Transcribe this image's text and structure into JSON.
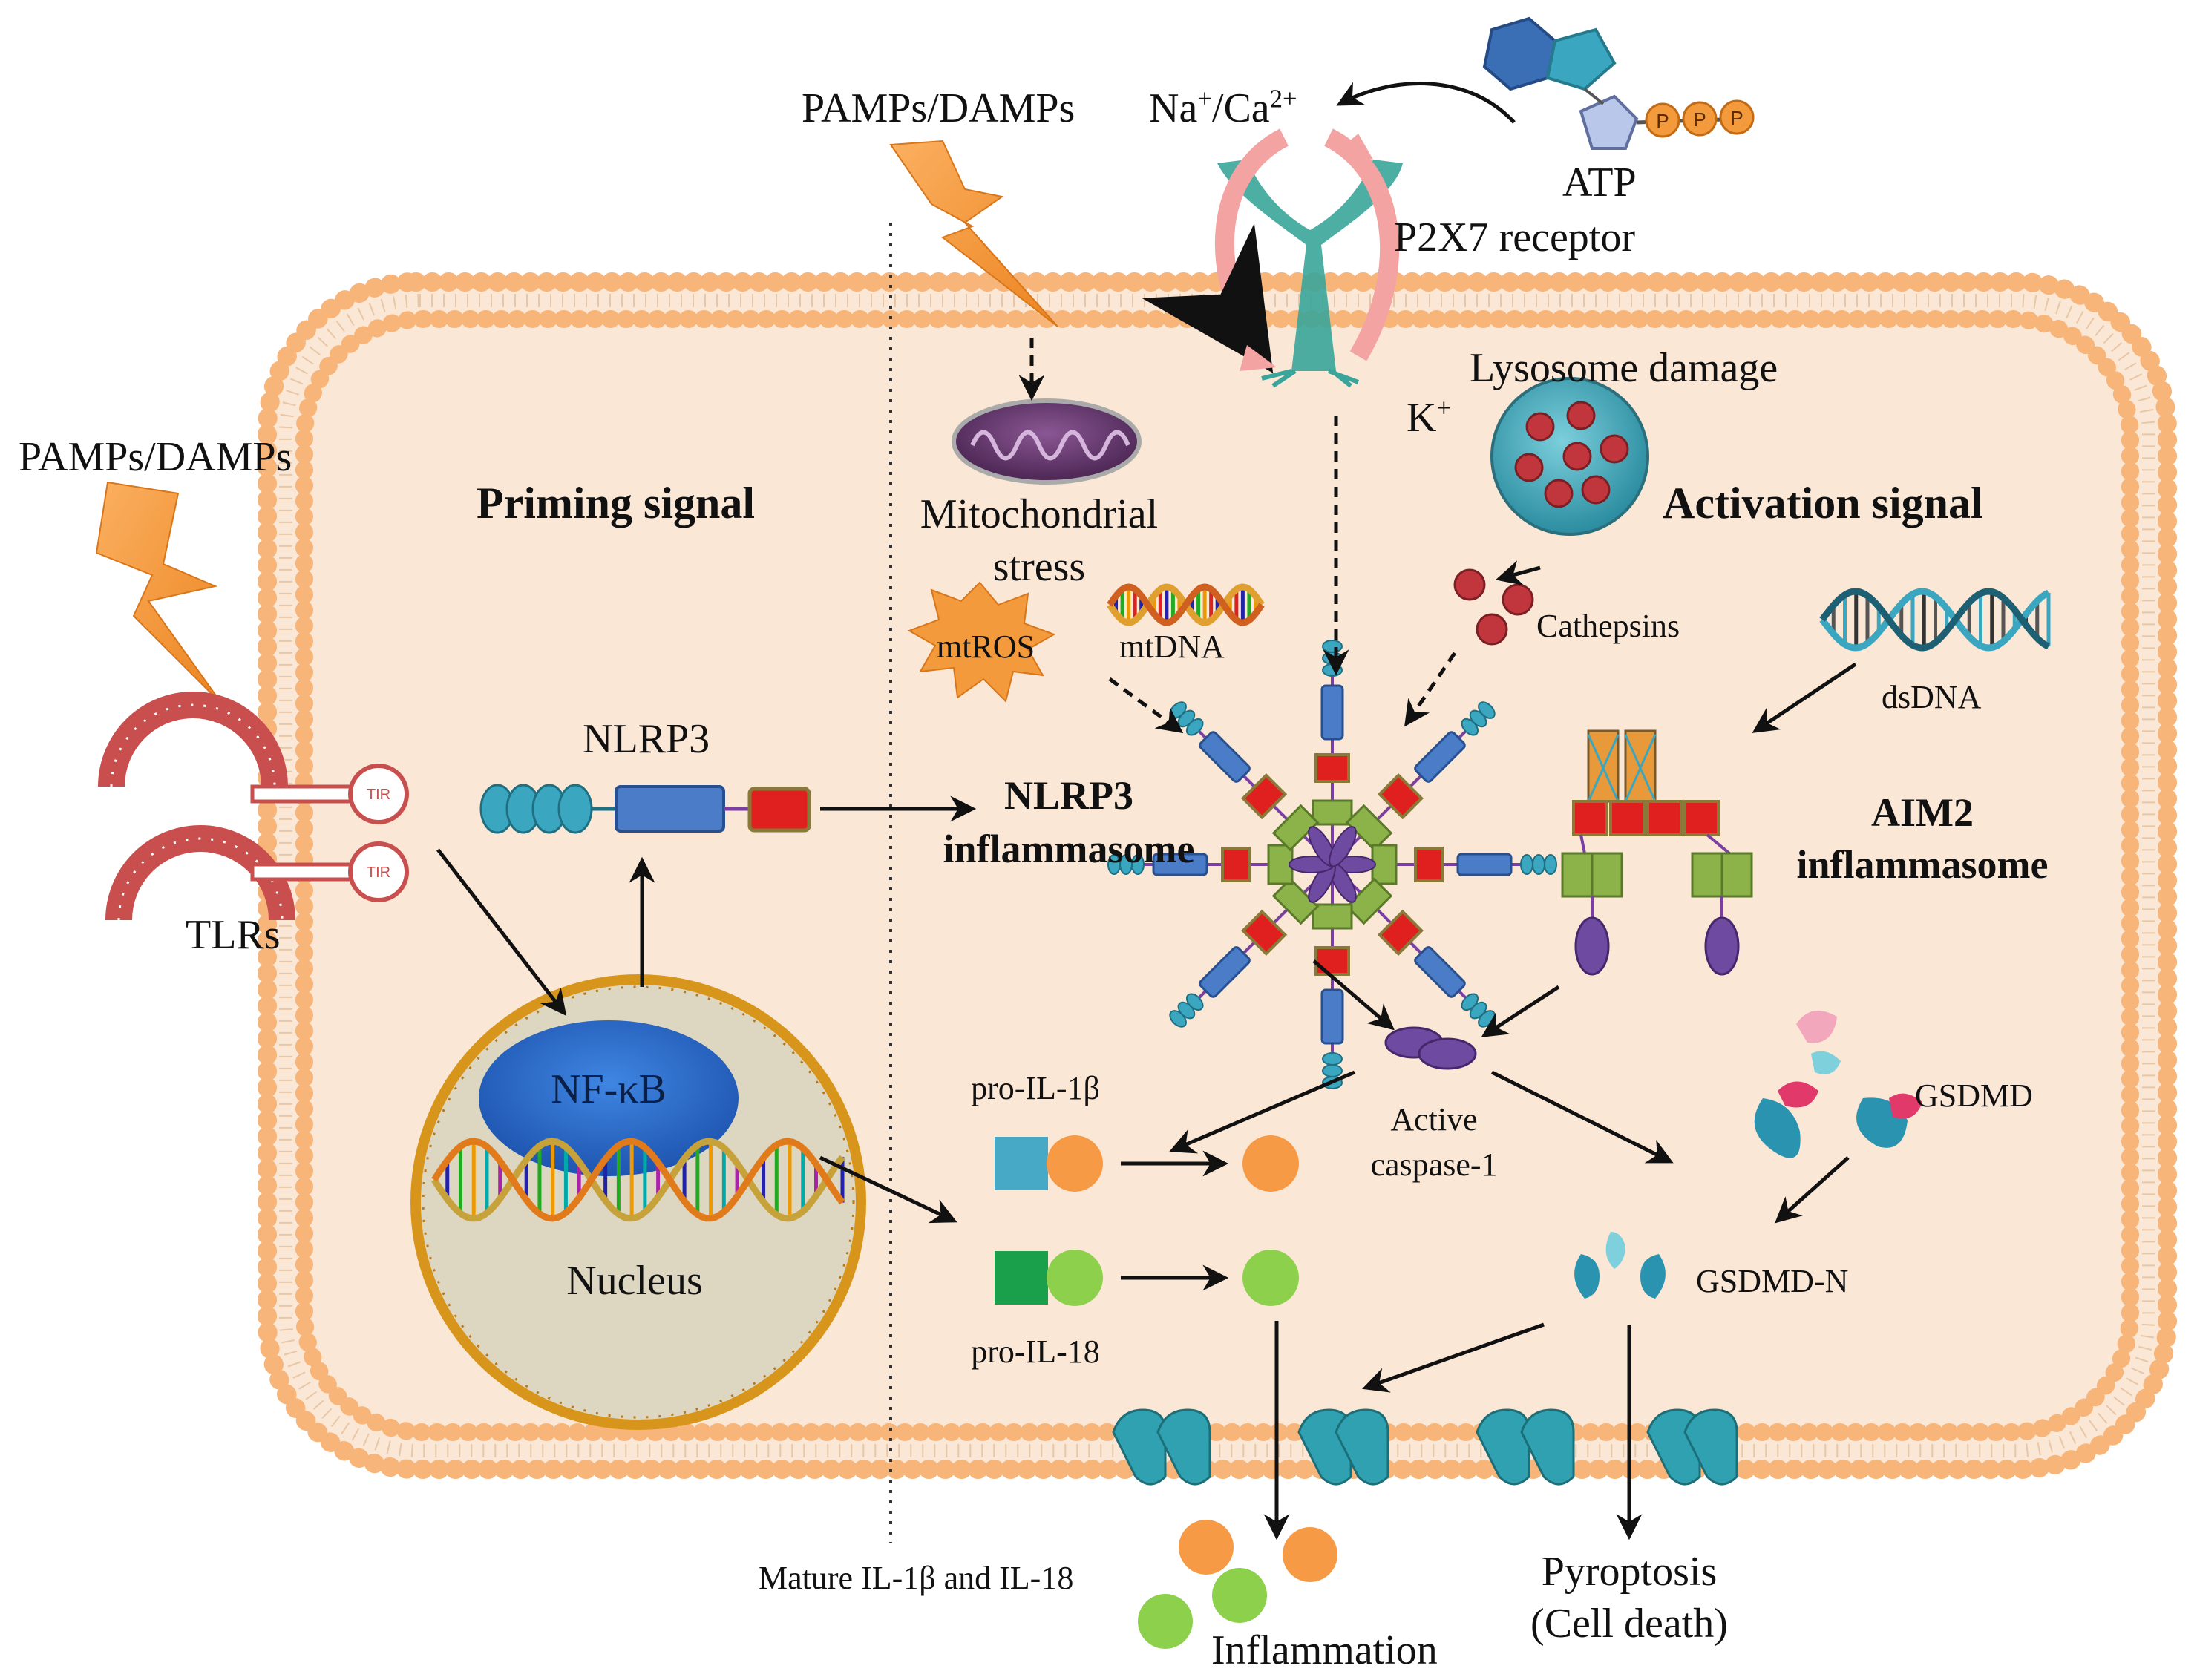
{
  "labels": {
    "pamps_left": "PAMPs/DAMPs",
    "pamps_top": "PAMPs/DAMPs",
    "ions_in_base": "Na",
    "ions_in_sup1": "+",
    "ions_in_mid": "/Ca",
    "ions_in_sup2": "2+",
    "atp": "ATP",
    "atp_phosphate": "P",
    "p2x7": "P2X7 receptor",
    "k_base": "K",
    "k_sup": "+",
    "lysosome": "Lysosome damage",
    "priming": "Priming signal",
    "activation": "Activation signal",
    "mito_line1": "Mitochondrial",
    "mito_line2": "stress",
    "mtros": "mtROS",
    "mtdna": "mtDNA",
    "cathepsins": "Cathepsins",
    "dsdna": "dsDNA",
    "nlrp3": "NLRP3",
    "nlrp3_infl_line1": "NLRP3",
    "nlrp3_infl_line2": "inflammasome",
    "aim2_line1": "AIM2",
    "aim2_line2": "inflammasome",
    "tlrs": "TLRs",
    "tir": "TIR",
    "nfkb": "NF-κB",
    "nucleus": "Nucleus",
    "pro_il1b": "pro-IL-1β",
    "pro_il18": "pro-IL-18",
    "active_casp_line1": "Active",
    "active_casp_line2": "caspase-1",
    "gsdmd": "GSDMD",
    "gsdmd_n": "GSDMD-N",
    "mature": "Mature IL-1β and IL-18",
    "inflammation": "Inflammation",
    "pyroptosis_line1": "Pyroptosis",
    "pyroptosis_line2": "(Cell death)"
  },
  "colors": {
    "membrane_head": "#f7b579",
    "cytoplasm": "#fbe7d6",
    "bolt": "#f39a3c",
    "tlr": "#c94f4f",
    "p2x7": "#3aa59a",
    "mito": "#6b3a73",
    "lysosome": "#3fa6b8",
    "cathepsin": "#c0363c",
    "nfkb": "#2f6fd0",
    "nucleus": "#ddd6c0",
    "nucleus_rim": "#d8951b",
    "il1b_square": "#48a9c7",
    "il1b_circle": "#f79a45",
    "il18_square": "#1aa04b",
    "il18_circle": "#8dd04c",
    "caspase": "#6e4aa0",
    "gsdmd": "#2a93b0",
    "gsdmd_accent": "#e0396a",
    "nlrp3_pyd": "#3aa6c0",
    "nlrp3_nacht": "#4a7cc7",
    "nlrp3_lrr": "#e0201e",
    "asc": "#8cb24a"
  },
  "icons": [
    "lightning-bolt-icon",
    "tlr-receptor-icon",
    "p2x7-channel-icon",
    "atp-molecule-icon",
    "mitochondrion-icon",
    "lysosome-icon",
    "dna-helix-icon",
    "gsdmd-pore-icon"
  ]
}
